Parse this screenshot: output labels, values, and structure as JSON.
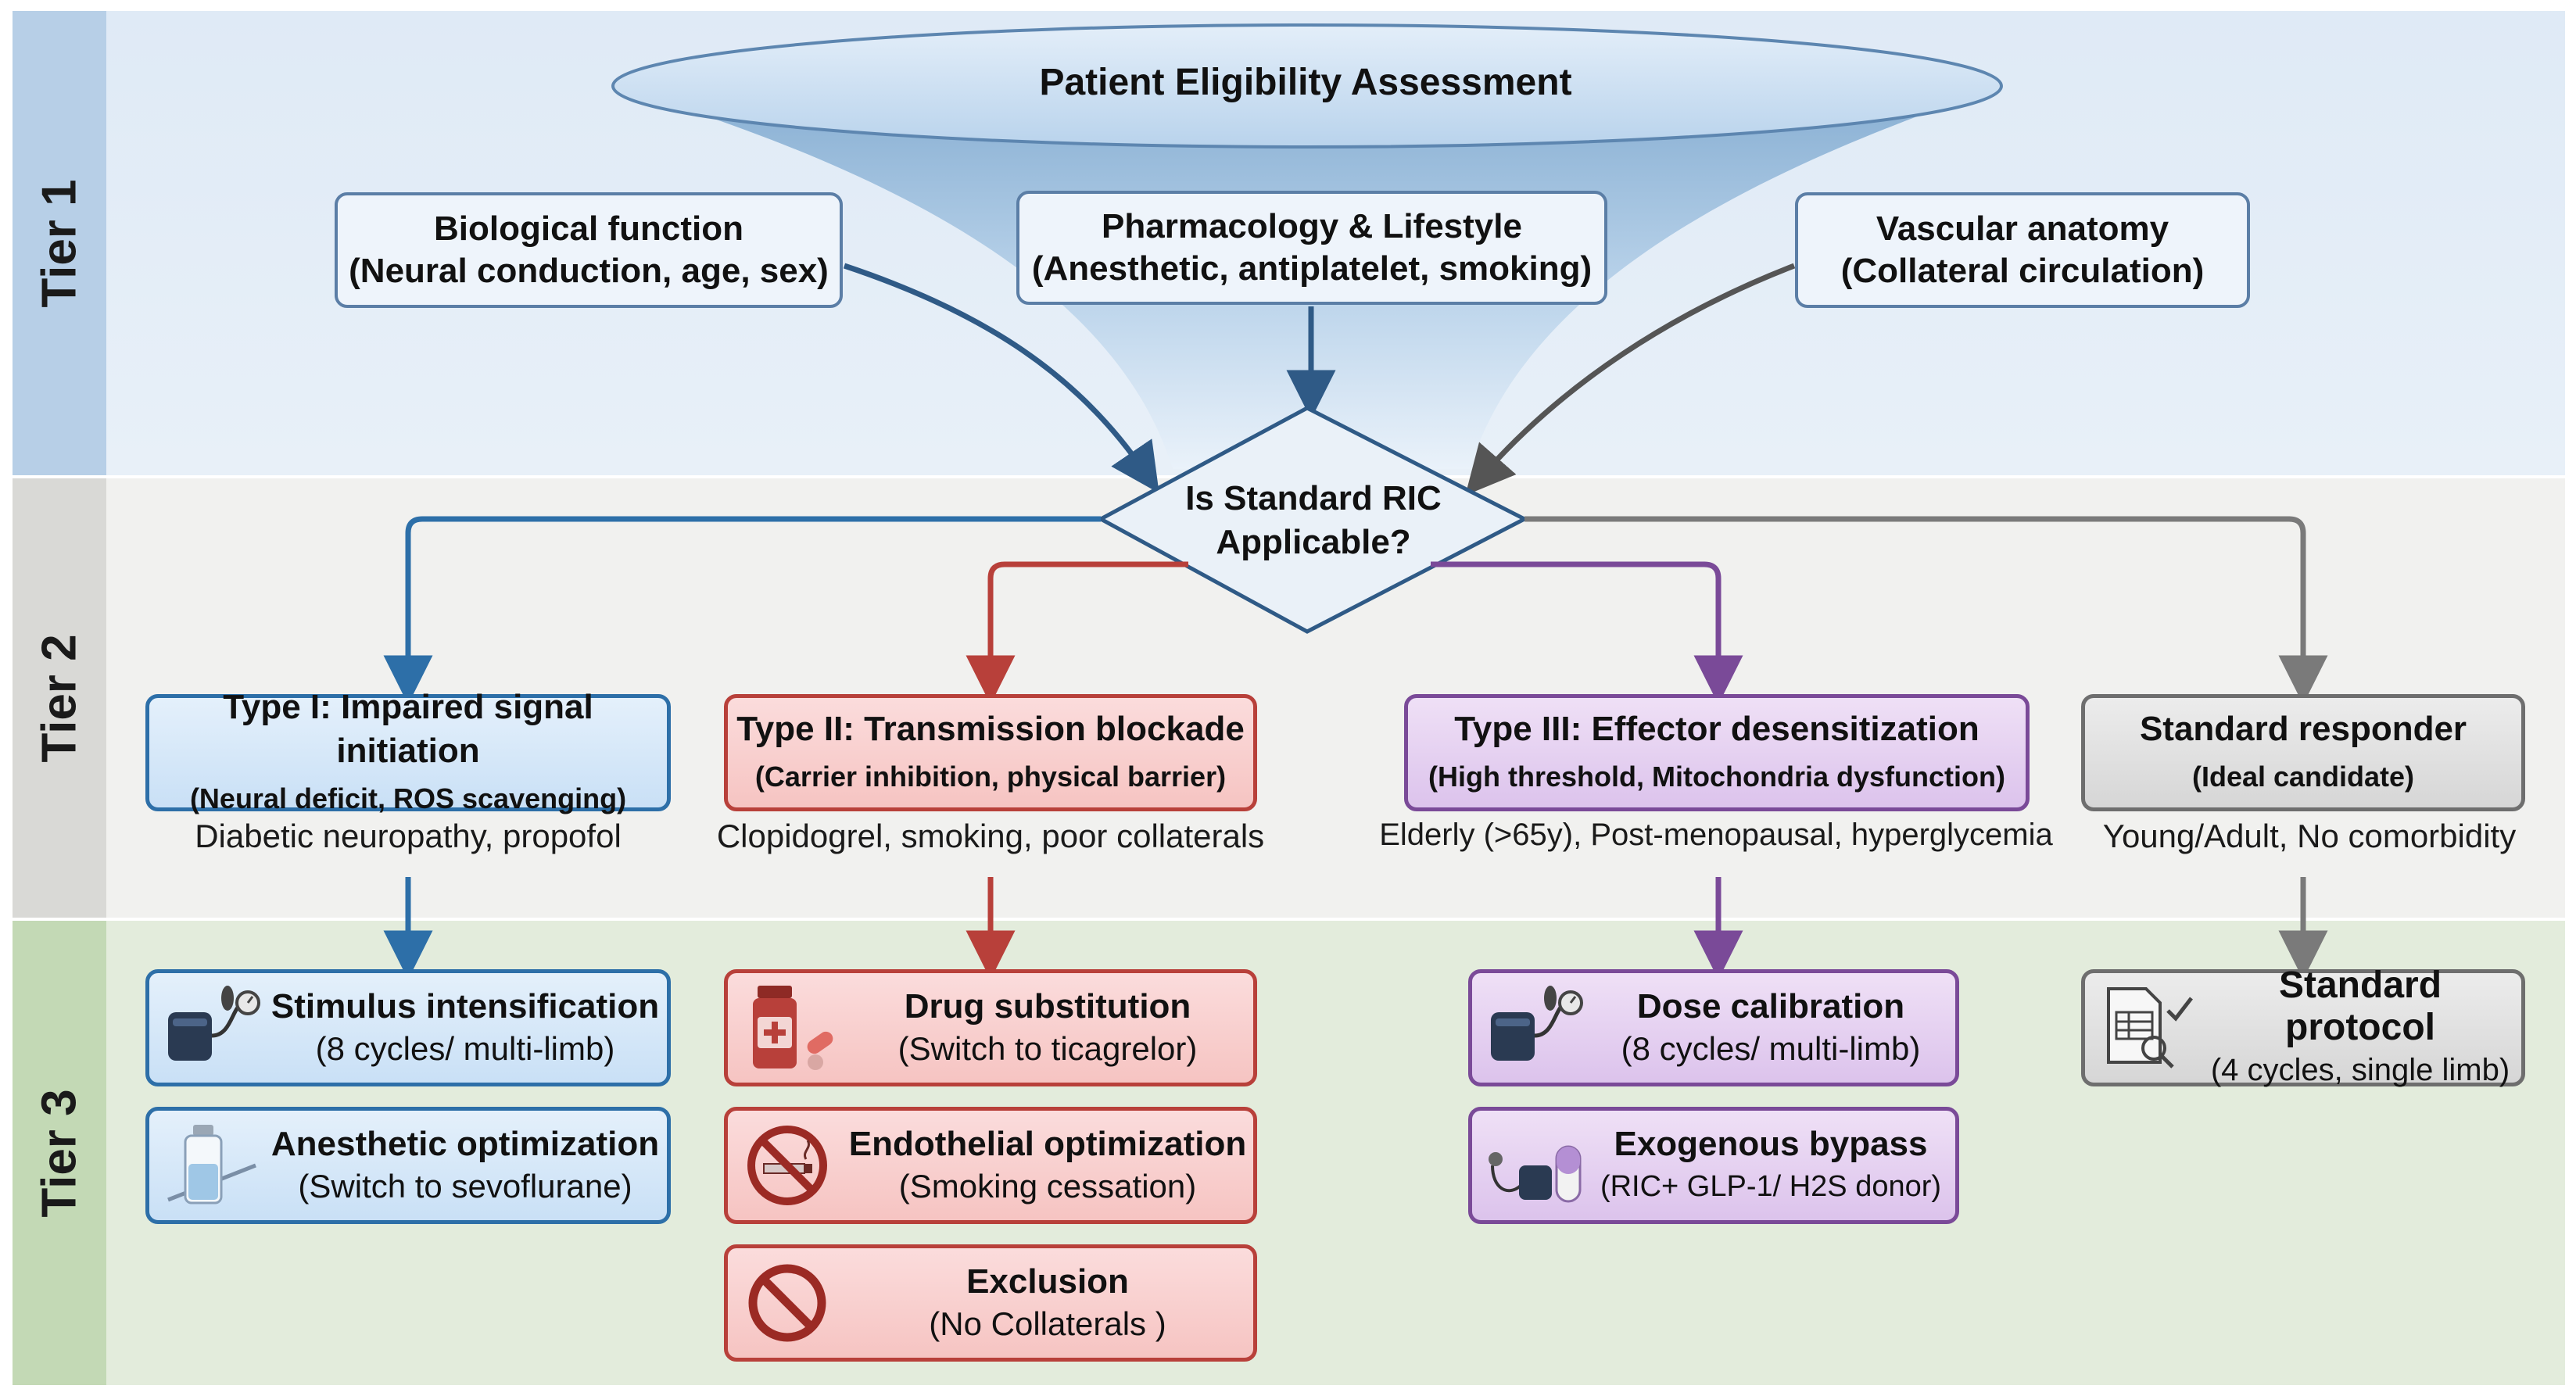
{
  "tiers": [
    "Tier 1",
    "Tier 2",
    "Tier 3"
  ],
  "funnel_title": "Patient Eligibility Assessment",
  "tier1": [
    {
      "title": "Biological function",
      "sub": "(Neural conduction, age, sex)"
    },
    {
      "title": "Pharmacology & Lifestyle",
      "sub": "(Anesthetic, antiplatelet, smoking)"
    },
    {
      "title": "Vascular anatomy",
      "sub": "(Collateral circulation)"
    }
  ],
  "decision": {
    "line1": "Is Standard RIC",
    "line2": "Applicable?"
  },
  "tier2": [
    {
      "title": "Type I: Impaired signal initiation",
      "sub": "(Neural deficit, ROS scavenging)",
      "desc": "Diabetic neuropathy, propofol"
    },
    {
      "title": "Type II: Transmission blockade",
      "sub": "(Carrier inhibition, physical barrier)",
      "desc": "Clopidogrel, smoking, poor collaterals"
    },
    {
      "title": "Type III: Effector desensitization",
      "sub": "(High threshold, Mitochondria dysfunction)",
      "desc": "Elderly (>65y), Post-menopausal, hyperglycemia"
    },
    {
      "title": "Standard responder",
      "sub": "(Ideal candidate)",
      "desc": "Young/Adult, No comorbidity"
    }
  ],
  "tier3": {
    "type1": [
      {
        "title": "Stimulus intensification",
        "sub": "(8 cycles/ multi-limb)",
        "icon": "blood-pressure-cuff-icon"
      },
      {
        "title": "Anesthetic optimization",
        "sub": "(Switch to sevoflurane)",
        "icon": "anesthetic-vial-icon"
      }
    ],
    "type2": [
      {
        "title": "Drug substitution",
        "sub": "(Switch to ticagrelor)",
        "icon": "medicine-bottle-icon"
      },
      {
        "title": "Endothelial optimization",
        "sub": "(Smoking cessation)",
        "icon": "no-smoking-icon"
      },
      {
        "title": "Exclusion",
        "sub": "(No Collaterals )",
        "icon": "prohibited-icon"
      }
    ],
    "type3": [
      {
        "title": "Dose calibration",
        "sub": "(8 cycles/ multi-limb)",
        "icon": "blood-pressure-cuff-icon"
      },
      {
        "title": "Exogenous bypass",
        "sub": "(RIC+ GLP-1/ H2S donor)",
        "icon": "cuff-and-pill-icon"
      }
    ],
    "standard": [
      {
        "title": "Standard protocol",
        "sub": "(4 cycles,  single limb)",
        "icon": "protocol-checklist-icon"
      }
    ]
  },
  "colors": {
    "blue": "#2d6fa8",
    "red": "#b8403a",
    "purple": "#7a4a98",
    "gray": "#7a7a7a",
    "tier1_arrow": "#2f5a86"
  }
}
